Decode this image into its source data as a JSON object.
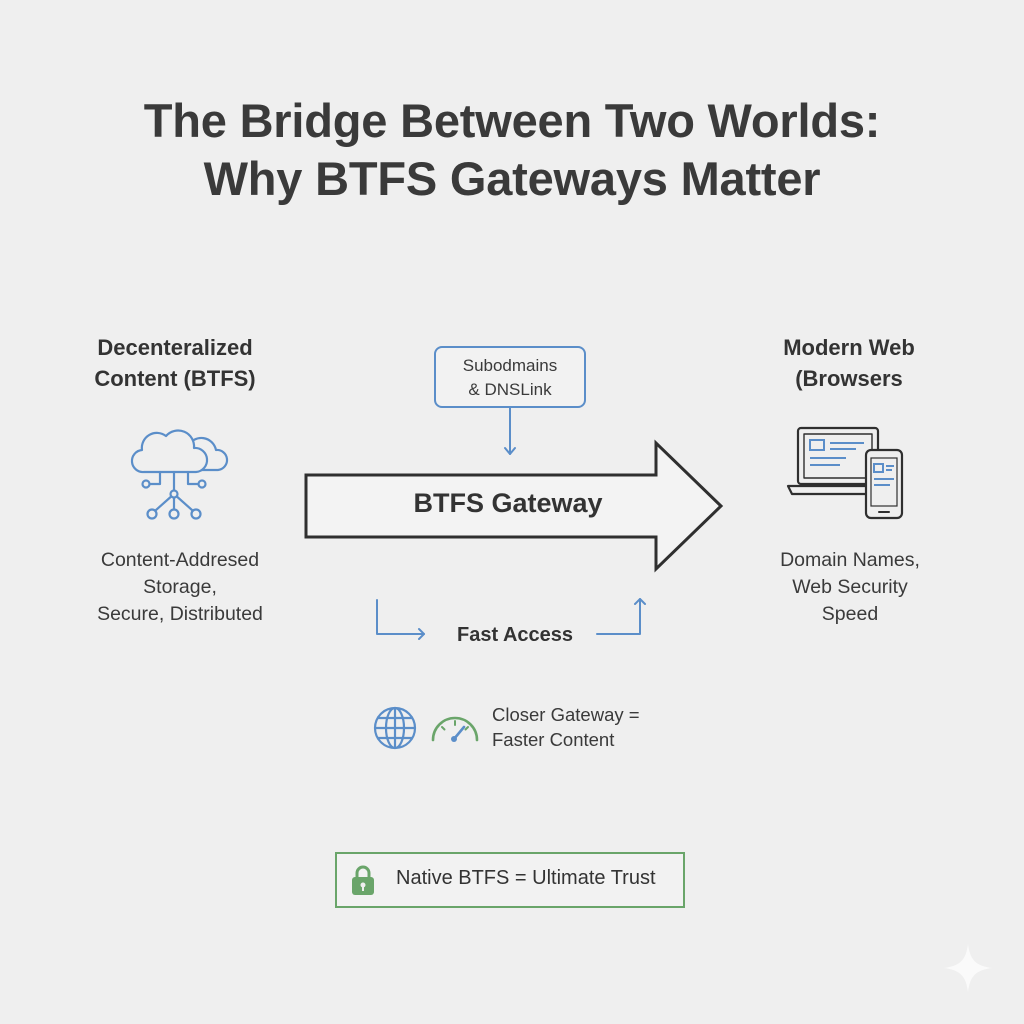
{
  "title": {
    "line1": "The Bridge Between Two Worlds:",
    "line2": "Why BTFS Gateways Matter"
  },
  "left": {
    "heading_line1": "Decenteralized",
    "heading_line2": "Content (BTFS)",
    "icon": "cloud-network-icon",
    "desc_line1": "Content-Addresed",
    "desc_line2": "Storage,",
    "desc_line3": "Secure, Distributed"
  },
  "center": {
    "callout_line1": "Subodmains",
    "callout_line2": "& DNSLink",
    "gateway_label": "BTFS Gateway",
    "fast_access": "Fast Access",
    "speed_line1": "Closer Gateway =",
    "speed_line2": "Faster Content",
    "speed_icons": [
      "globe-icon",
      "speedometer-icon"
    ]
  },
  "right": {
    "heading_line1": "Modern Web",
    "heading_line2": "(Browsers",
    "icon": "laptop-phone-icon",
    "desc_line1": "Domain Names,",
    "desc_line2": "Web Security",
    "desc_line3": "Speed"
  },
  "trust": {
    "text": "Native BTFS = Ultimate Trust",
    "icon": "lock-icon"
  },
  "colors": {
    "background": "#efefef",
    "accent_blue": "#5b8ec9",
    "accent_green": "#6aa56a",
    "text_dark": "#333333"
  }
}
